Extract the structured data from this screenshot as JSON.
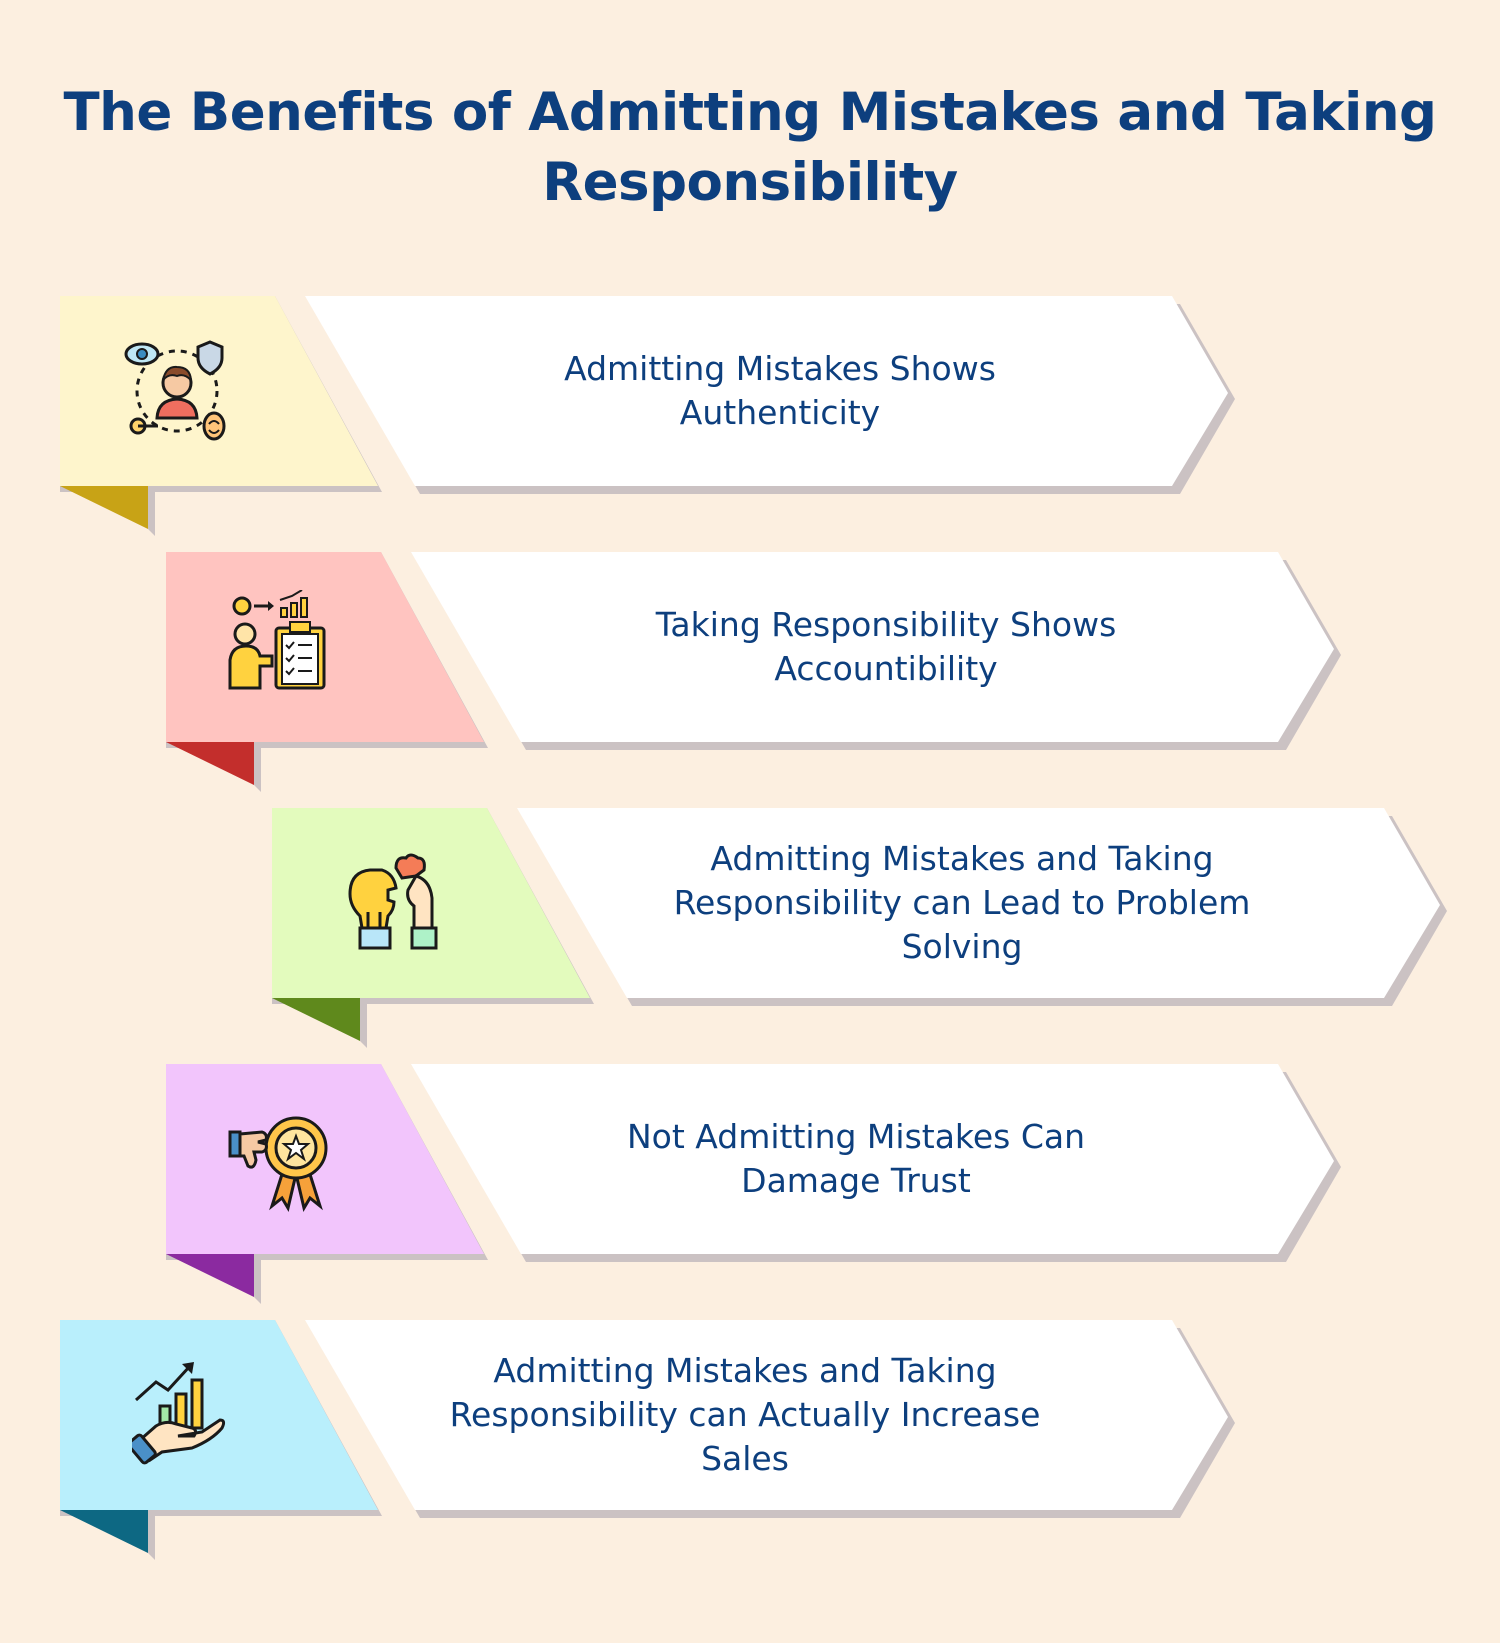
{
  "title": "The Benefits of Admitting Mistakes and Taking Responsibility",
  "items": [
    {
      "label": "Admitting Mistakes Shows Authenticity",
      "icon": "authenticity-icon",
      "panel_color": "#fef5cc",
      "fold_color": "#c8a316"
    },
    {
      "label": "Taking Responsibility Shows Accountibility",
      "icon": "accountability-icon",
      "panel_color": "#ffc4c0",
      "fold_color": "#c32e2c"
    },
    {
      "label": "Admitting Mistakes and Taking Responsibility can Lead to Problem Solving",
      "icon": "problem-solving-icon",
      "panel_color": "#e3fbbd",
      "fold_color": "#5f891c"
    },
    {
      "label": "Not Admitting Mistakes Can Damage Trust",
      "icon": "damaged-trust-icon",
      "panel_color": "#f2c5fc",
      "fold_color": "#8b2aa0"
    },
    {
      "label": "Admitting Mistakes and Taking Responsibility can Actually Increase Sales",
      "icon": "sales-growth-icon",
      "panel_color": "#b9effc",
      "fold_color": "#0d6883"
    }
  ]
}
